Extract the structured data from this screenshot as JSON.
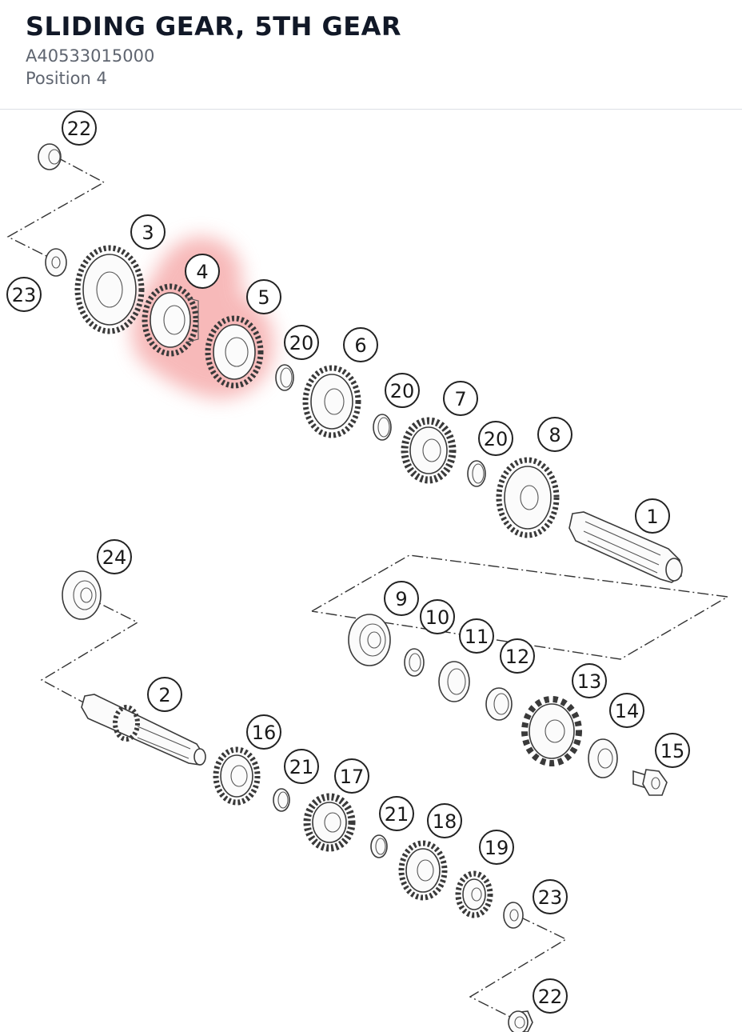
{
  "header": {
    "title": "SLIDING GEAR, 5TH GEAR",
    "part_number": "A40533015000",
    "position_text": "Position 4"
  },
  "diagram": {
    "highlight_position": "4",
    "highlight_color": "#f28b8b",
    "callouts": [
      {
        "id": "c22a",
        "label": "22"
      },
      {
        "id": "c3",
        "label": "3"
      },
      {
        "id": "c23a",
        "label": "23"
      },
      {
        "id": "c4",
        "label": "4"
      },
      {
        "id": "c5",
        "label": "5"
      },
      {
        "id": "c20a",
        "label": "20"
      },
      {
        "id": "c6",
        "label": "6"
      },
      {
        "id": "c20b",
        "label": "20"
      },
      {
        "id": "c7",
        "label": "7"
      },
      {
        "id": "c20c",
        "label": "20"
      },
      {
        "id": "c8",
        "label": "8"
      },
      {
        "id": "c1",
        "label": "1"
      },
      {
        "id": "c24",
        "label": "24"
      },
      {
        "id": "c9",
        "label": "9"
      },
      {
        "id": "c10",
        "label": "10"
      },
      {
        "id": "c11",
        "label": "11"
      },
      {
        "id": "c12",
        "label": "12"
      },
      {
        "id": "c13",
        "label": "13"
      },
      {
        "id": "c14",
        "label": "14"
      },
      {
        "id": "c15",
        "label": "15"
      },
      {
        "id": "c2",
        "label": "2"
      },
      {
        "id": "c16",
        "label": "16"
      },
      {
        "id": "c21a",
        "label": "21"
      },
      {
        "id": "c17",
        "label": "17"
      },
      {
        "id": "c21b",
        "label": "21"
      },
      {
        "id": "c18",
        "label": "18"
      },
      {
        "id": "c19",
        "label": "19"
      },
      {
        "id": "c23b",
        "label": "23"
      },
      {
        "id": "c22b",
        "label": "22"
      }
    ]
  }
}
